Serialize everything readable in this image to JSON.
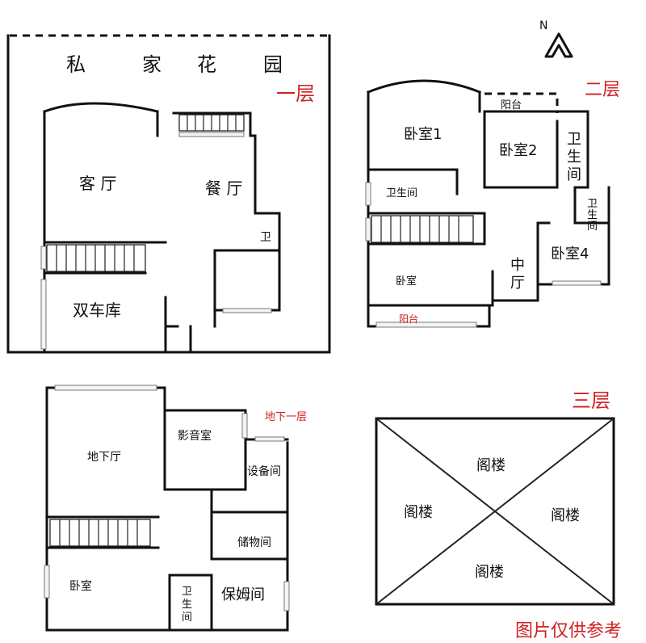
{
  "compass": {
    "letter": "N"
  },
  "floor1": {
    "tag": "一层",
    "garden": [
      "私",
      "家",
      "花",
      "园"
    ],
    "rooms": {
      "living": "客 厅",
      "dining": "餐 厅",
      "wc": "卫",
      "garage": "双车库"
    }
  },
  "floor2": {
    "tag": "二层",
    "rooms": {
      "bedroom1": "卧室1",
      "terrace_top": "阳台",
      "bedroom2": "卧室2",
      "wc_right": [
        "卫",
        "生",
        "间"
      ],
      "wc_left": "卫生间",
      "wc_small": [
        "卫",
        "生",
        "间"
      ],
      "bedroom4": "卧室4",
      "hall": [
        "中",
        "厅"
      ],
      "bedroom": "卧室",
      "balcony": "阳台"
    }
  },
  "basement": {
    "tag": "地下一层",
    "rooms": {
      "hall": "地下厅",
      "cinema": "影音室",
      "equipment": "设备间",
      "storage": "储物间",
      "bedroom": "卧室",
      "wc": [
        "卫",
        "生",
        "间"
      ],
      "nanny": "保姆间"
    }
  },
  "floor3": {
    "tag": "三层",
    "attic": [
      "阁楼",
      "阁楼",
      "阁楼",
      "阁楼"
    ]
  },
  "disclaimer": "图片仅供参考"
}
